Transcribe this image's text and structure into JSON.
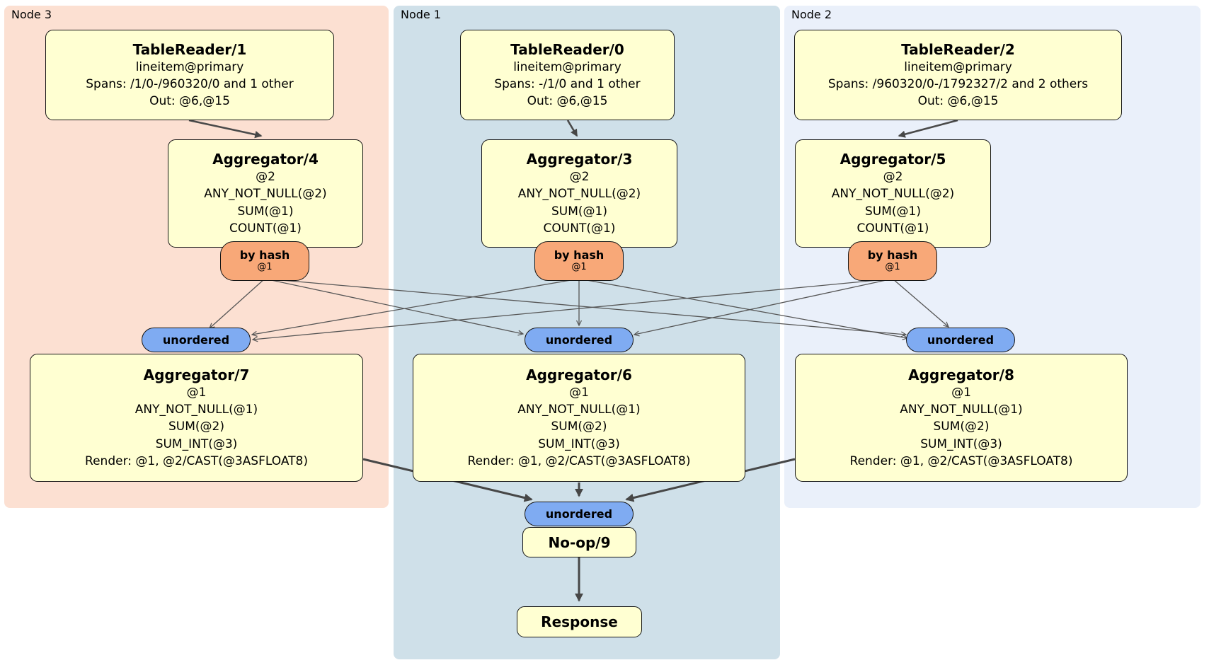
{
  "diagram": {
    "panels": [
      {
        "id": "node3",
        "label": "Node 3"
      },
      {
        "id": "node1",
        "label": "Node 1"
      },
      {
        "id": "node2",
        "label": "Node 2"
      }
    ],
    "processors": {
      "tr1": {
        "title": "TableReader/1",
        "lines": [
          "lineitem@primary",
          "Spans: /1/0-/960320/0 and 1 other",
          "Out: @6,@15"
        ]
      },
      "tr0": {
        "title": "TableReader/0",
        "lines": [
          "lineitem@primary",
          "Spans: -/1/0 and 1 other",
          "Out: @6,@15"
        ]
      },
      "tr2": {
        "title": "TableReader/2",
        "lines": [
          "lineitem@primary",
          "Spans: /960320/0-/1792327/2 and 2 others",
          "Out: @6,@15"
        ]
      },
      "agg4": {
        "title": "Aggregator/4",
        "lines": [
          "@2",
          "ANY_NOT_NULL(@2)",
          "SUM(@1)",
          "COUNT(@1)"
        ]
      },
      "agg3": {
        "title": "Aggregator/3",
        "lines": [
          "@2",
          "ANY_NOT_NULL(@2)",
          "SUM(@1)",
          "COUNT(@1)"
        ]
      },
      "agg5": {
        "title": "Aggregator/5",
        "lines": [
          "@2",
          "ANY_NOT_NULL(@2)",
          "SUM(@1)",
          "COUNT(@1)"
        ]
      },
      "agg7": {
        "title": "Aggregator/7",
        "lines": [
          "@1",
          "ANY_NOT_NULL(@1)",
          "SUM(@2)",
          "SUM_INT(@3)",
          "Render: @1, @2/CAST(@3ASFLOAT8)"
        ]
      },
      "agg6": {
        "title": "Aggregator/6",
        "lines": [
          "@1",
          "ANY_NOT_NULL(@1)",
          "SUM(@2)",
          "SUM_INT(@3)",
          "Render: @1, @2/CAST(@3ASFLOAT8)"
        ]
      },
      "agg8": {
        "title": "Aggregator/8",
        "lines": [
          "@1",
          "ANY_NOT_NULL(@1)",
          "SUM(@2)",
          "SUM_INT(@3)",
          "Render: @1, @2/CAST(@3ASFLOAT8)"
        ]
      },
      "noop": {
        "title": "No-op/9"
      },
      "response": {
        "title": "Response"
      }
    },
    "router": {
      "label": "by hash",
      "detail": "@1"
    },
    "sync": {
      "label": "unordered"
    },
    "colors": {
      "node3_bg": "#FCE0D2",
      "node1_bg": "#CFE0E9",
      "node2_bg": "#EAF0FA",
      "processor_bg": "#FFFFD2",
      "router_bg": "#F8A878",
      "sync_bg": "#7FABF2",
      "box_border": "#151515",
      "thick_edge": "#474747",
      "thin_edge": "#565656"
    }
  }
}
